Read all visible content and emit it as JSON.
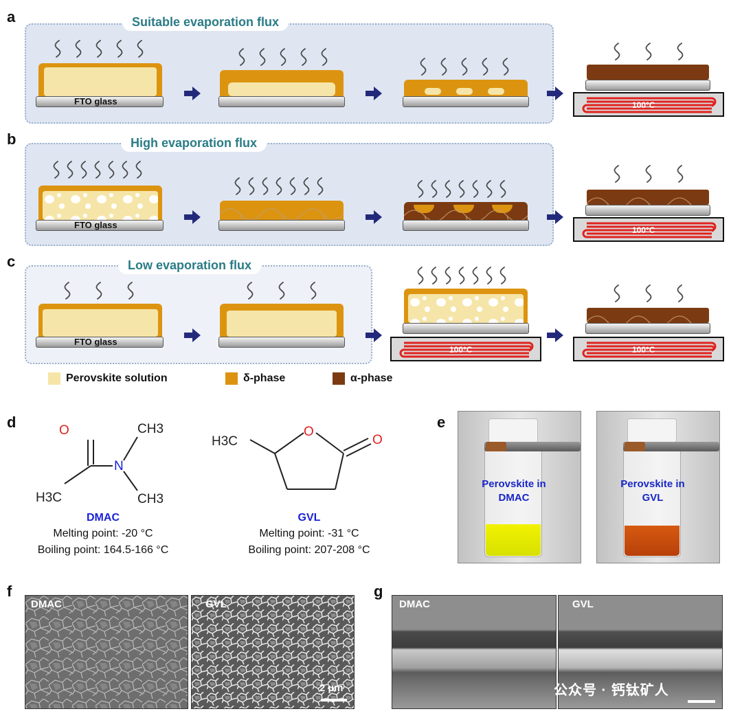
{
  "panels": {
    "a": "a",
    "b": "b",
    "c": "c",
    "d": "d",
    "e": "e",
    "f": "f",
    "g": "g"
  },
  "schematic": {
    "row_a_title": "Suitable evaporation flux",
    "row_b_title": "High evaporation flux",
    "row_c_title": "Low evaporation flux",
    "substrate_label": "FTO glass",
    "temperature_label": "100°C"
  },
  "legend": {
    "solution": "Perovskite solution",
    "delta": "δ-phase",
    "alpha": "α-phase"
  },
  "colors": {
    "solution": "#f6e5a8",
    "delta": "#dc9410",
    "alpha": "#7c3a12",
    "row_bg": "#dfe6f2",
    "title_text": "#2a7c86",
    "arrow": "#23297a",
    "heater_coil": "#e0221e",
    "chem_name": "#1a22d6"
  },
  "chemistry": {
    "dmac": {
      "atom_o": "O",
      "atom_n": "N",
      "group_ch3_top": "CH3",
      "group_ch3_bottom": "CH3",
      "group_h3c": "H3C",
      "name": "DMAC",
      "melting": "Melting point: -20 °C",
      "boiling": "Boiling point: 164.5-166 °C"
    },
    "gvl": {
      "atom_ring_o": "O",
      "atom_keto_o": "O",
      "group_h3c": "H3C",
      "name": "GVL",
      "melting": "Melting point: -31 °C",
      "boiling": "Boiling point: 207-208 °C"
    }
  },
  "vials": {
    "left": "Perovskite in DMAC",
    "right": "Perovskite in GVL"
  },
  "sem": {
    "f_left": "DMAC",
    "f_right": "GVL",
    "scale": "2 µm",
    "g_left": "DMAC",
    "g_right": "GVL"
  },
  "watermark": "公众号 · 钙钛矿人"
}
